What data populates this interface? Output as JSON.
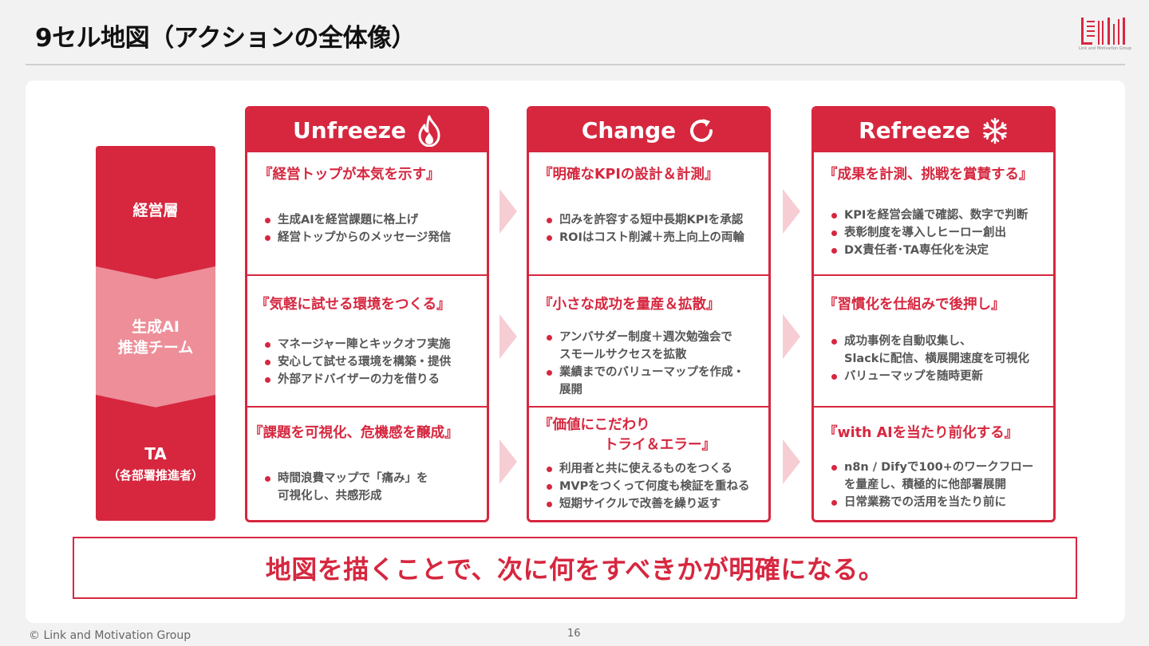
{
  "title": "9セル地図（アクションの全体像）",
  "logo": {
    "caption": "Link and Motivation Group"
  },
  "stages": {
    "exec": "経営層",
    "team_line1": "生成AI",
    "team_line2": "推進チーム",
    "ta_main": "TA",
    "ta_sub": "（各部署推進者）"
  },
  "columns": [
    {
      "title": "Unfreeze",
      "icon": "flame-icon",
      "cells": [
        {
          "heading": "『経営トップが本気を示す』",
          "bullets": [
            "生成AIを経営課題に格上げ",
            "経営トップからのメッセージ発信"
          ]
        },
        {
          "heading": "『気軽に試せる環境をつくる』",
          "bullets": [
            "マネージャー陣とキックオフ実施",
            "安心して試せる環境を構築・提供",
            "外部アドバイザーの力を借りる"
          ]
        },
        {
          "heading": "『課題を可視化、危機感を醸成』",
          "bullets": [
            "時間浪費マップで「痛み」を",
            "可視化し、共感形成"
          ]
        }
      ]
    },
    {
      "title": "Change",
      "icon": "refresh-icon",
      "cells": [
        {
          "heading": "『明確なKPIの設計＆計測』",
          "bullets": [
            "凹みを許容する短中長期KPIを承認",
            "ROIはコスト削減＋売上向上の両輪"
          ]
        },
        {
          "heading": "『小さな成功を量産＆拡散』",
          "bullets": [
            "アンバサダー制度＋週次勉強会で",
            "スモールサクセスを拡散",
            "業績までのバリューマップを作成・",
            "展開"
          ]
        },
        {
          "heading_line1": "『価値にこだわり",
          "heading_line2": "トライ＆エラー』",
          "bullets": [
            "利用者と共に使えるものをつくる",
            "MVPをつくって何度も検証を重ねる",
            "短期サイクルで改善を繰り返す"
          ]
        }
      ]
    },
    {
      "title": "Refreeze",
      "icon": "snowflake-icon",
      "cells": [
        {
          "heading": "『成果を計測、挑戦を賞賛する』",
          "bullets": [
            "KPIを経営会議で確認、数字で判断",
            "表彰制度を導入しヒーロー創出",
            "DX責任者･TA専任化を決定"
          ]
        },
        {
          "heading": "『習慣化を仕組みで後押し』",
          "bullets": [
            "成功事例を自動収集し、",
            "Slackに配信、横展開速度を可視化",
            "バリューマップを随時更新"
          ]
        },
        {
          "heading": "『with AIを当たり前化する』",
          "bullets": [
            "n8n / Difyで100+のワークフロー",
            "を量産し、積極的に他部署展開",
            "日常業務での活用を当たり前に"
          ]
        }
      ]
    }
  ],
  "summary": "地図を描くことで、次に何をすべきかが明確になる。",
  "footer": "© Link and Motivation Group",
  "page_number": "16",
  "colors": {
    "accent": "#d6273f",
    "accent_light": "#ed8e99",
    "arrow": "#f6cdd3"
  }
}
